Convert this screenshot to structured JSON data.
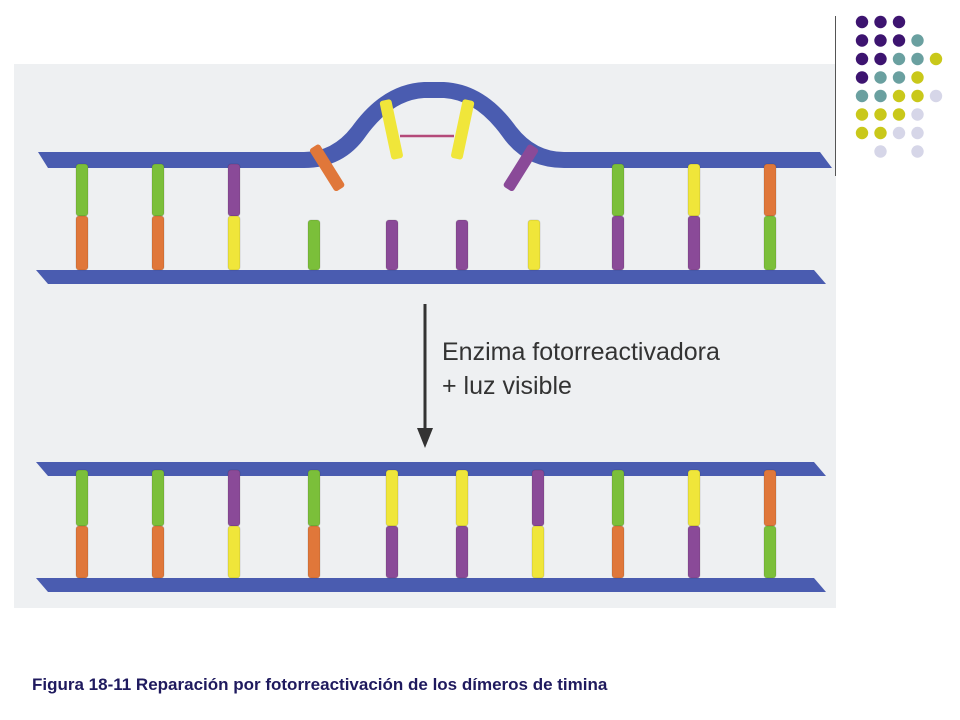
{
  "arrow_label": {
    "line1": "Enzima fotorreactivadora",
    "line2": "+ luz visible"
  },
  "caption": "Figura 18-11 Reparación por fotorreactivación de los dímeros de timina",
  "colors": {
    "backbone": "#4a5cb0",
    "green": "#7bbf3a",
    "orange": "#e0773a",
    "purple": "#8a4a98",
    "yellow": "#f0e63a",
    "dot_purple": "#3d1470",
    "dot_teal": "#6aa0a0",
    "dot_olive": "#c9c81a",
    "dot_lavender": "#d6d6e8"
  }
}
